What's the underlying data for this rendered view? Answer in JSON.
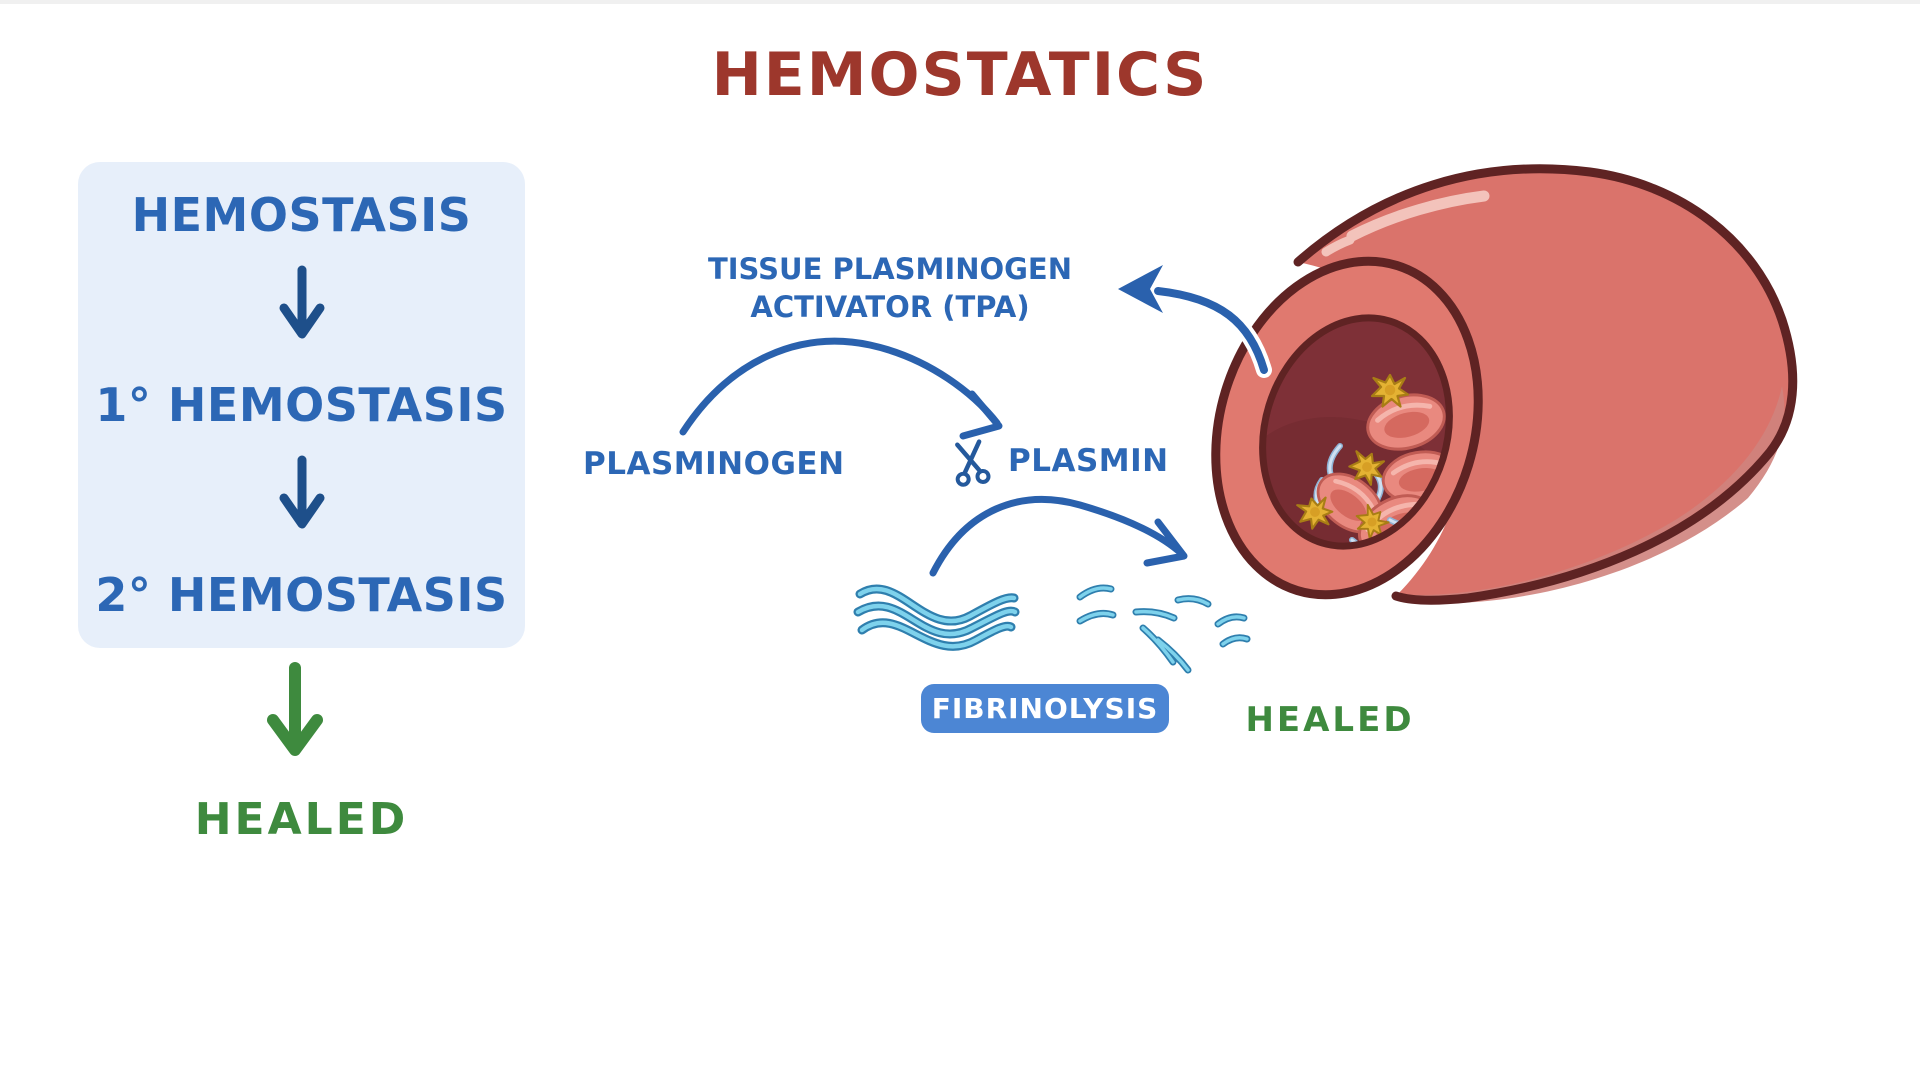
{
  "title": "HEMOSTATICS",
  "flowchart": {
    "step1": "HEMOSTASIS",
    "step2": "1° HEMOSTASIS",
    "step3": "2° HEMOSTASIS",
    "result": "HEALED"
  },
  "fibrinolysis": {
    "tpa_line1": "TISSUE PLASMINOGEN",
    "tpa_line2": "ACTIVATOR (TPA)",
    "substrate": "PLASMINOGEN",
    "product": "PLASMIN",
    "process_badge": "FIBRINOLYSIS",
    "vessel_status": "HEALED"
  },
  "icons": {
    "scissors": "scissors-icon",
    "flow_arrow": "down-arrow-icon",
    "healed_arrow": "down-arrow-green-icon",
    "tpa_feedback_arrow": "curved-arrow-left-icon",
    "conversion_arrow": "curved-arrow-right-icon",
    "fibrin_intact": "fibrin-strands-icon",
    "fibrin_cut": "fibrin-fragments-icon",
    "vessel": "blood-vessel-illustration"
  },
  "colors": {
    "title_red": "#9d372c",
    "pathway_blue": "#2c67b5",
    "arrow_navy": "#1e4f8a",
    "arrow_blue": "#2a61ad",
    "healed_green": "#3e8a3e",
    "badge_bg": "#4c86d4",
    "badge_text": "#ffffff",
    "panel_bg": "#e7effa",
    "vessel_wall": "#da736b",
    "vessel_outline": "#5f2323",
    "vessel_lumen": "#7e3037",
    "rbc": "#e9897f",
    "platelet": "#e4b233",
    "fibrin_bright": "#7ed2ec",
    "fibrin_pale": "#cfe0f1"
  }
}
